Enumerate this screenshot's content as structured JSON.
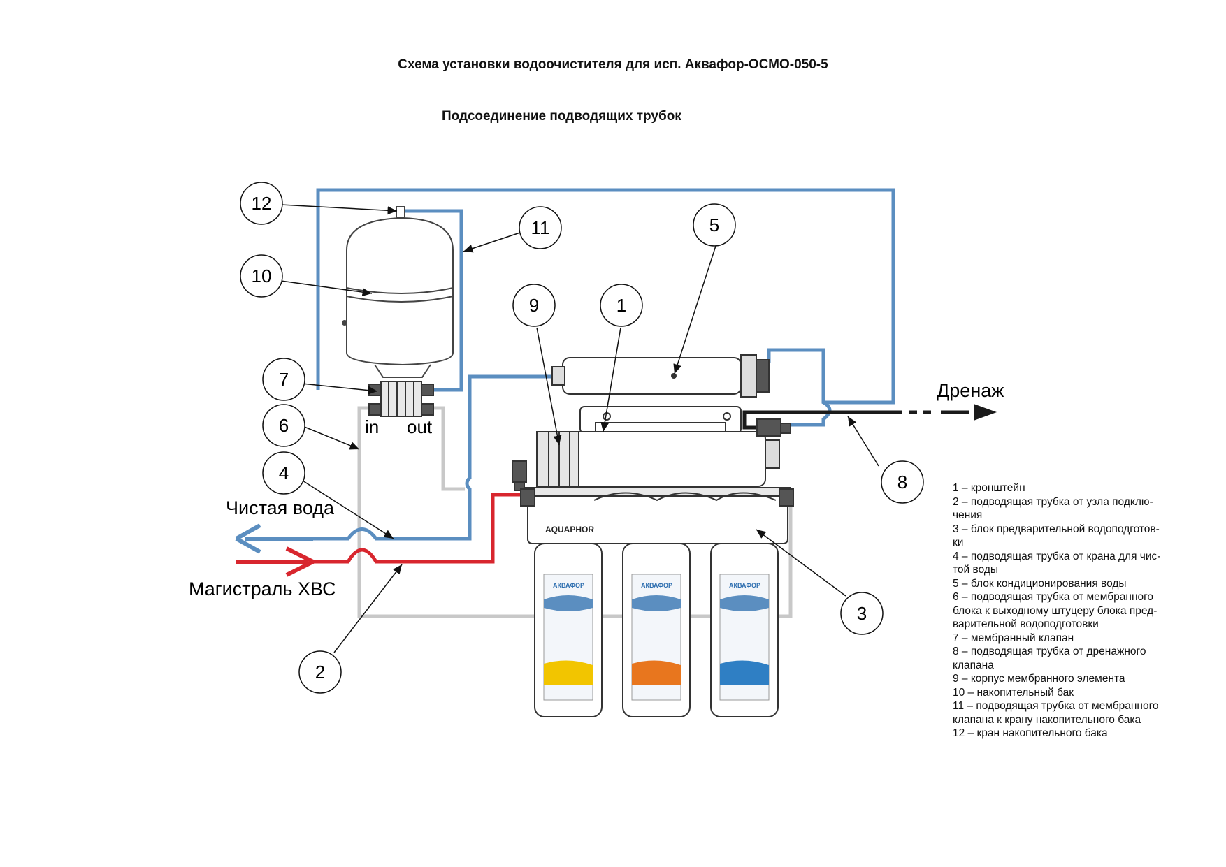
{
  "title": "Схема установки водоочистителя для исп. Аквафор-ОСМО-050-5",
  "subtitle": "Подсоединение подводящих трубок",
  "labels": {
    "drain": "Дренаж",
    "clean_water": "Чистая вода",
    "main_cold": "Магистраль ХВС",
    "in": "in",
    "out": "out",
    "brand": "AQUAPHOR",
    "cartridge_brand": "АКВАФОР"
  },
  "callouts": [
    "1",
    "2",
    "3",
    "4",
    "5",
    "6",
    "7",
    "8",
    "9",
    "10",
    "11",
    "12"
  ],
  "legend": [
    "1 – кронштейн",
    "2 – подводящая трубка от узла подклю-",
    "чения",
    "3 – блок предварительной водоподготов-",
    "ки",
    "4 – подводящая трубка от крана для чис-",
    "той воды",
    "5 – блок кондиционирования воды",
    "6 – подводящая трубка от мембранного",
    "блока к выходному штуцеру блока пред-",
    "варительной водоподготовки",
    "7 – мембранный клапан",
    "8 – подводящая трубка от дренажного",
    "клапана",
    "9 – корпус мембранного элемента",
    "10 – накопительный бак",
    "11 – подводящая трубка от мембранного",
    "клапана к  крану накопительного бака",
    "12 – кран накопительного бака"
  ],
  "colors": {
    "clean_pipe": "#5b8ec0",
    "cold_pipe": "#d8262e",
    "grey_pipe": "#c8c8c8",
    "drain_pipe": "#1a1a1a",
    "cartridge_1": "#f2c500",
    "cartridge_2": "#e8761e",
    "cartridge_3": "#2f7fc4"
  }
}
